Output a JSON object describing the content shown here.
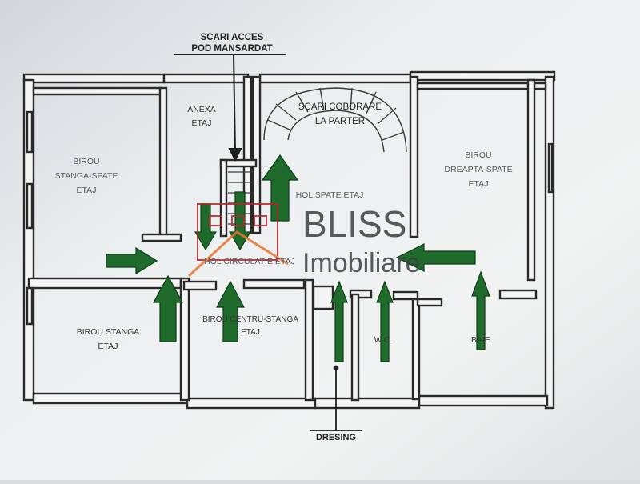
{
  "labels": {
    "access_line1": "SCARI ACCES",
    "access_line2": "POD MANSARDAT",
    "anexa_line1": "ANEXA",
    "anexa_line2": "ETAJ",
    "scari_line1": "SCARI COBORARE",
    "scari_line2": "LA PARTER",
    "birou_ss_line1": "BIROU",
    "birou_ss_line2": "STANGA-SPATE",
    "birou_ss_line3": "ETAJ",
    "birou_ds_line1": "BIROU",
    "birou_ds_line2": "DREAPTA-SPATE",
    "birou_ds_line3": "ETAJ",
    "hol_spate": "HOL SPATE ETAJ",
    "hol_circulatie": "HOL CIRCULATIE ETAJ",
    "birou_stanga_line1": "BIROU STANGA",
    "birou_stanga_line2": "ETAJ",
    "birou_cs_line1": "BIROU CENTRU-STANGA",
    "birou_cs_line2": "ETAJ",
    "wc": "W.C.",
    "baie": "BAIE",
    "dresing": "DRESING"
  },
  "watermark": {
    "brand_line1": "BLISS",
    "brand_line2": "Imobiliare",
    "brand_color": "#b3262b",
    "accent_color": "#e8742b"
  },
  "colors": {
    "wall": "#2a2a2a",
    "arrow": "#1f6b2c",
    "arrow_edge": "#0f3d17",
    "room_text": "#555b60",
    "label_text": "#1e1e1e",
    "paper": "#eef0f1"
  }
}
